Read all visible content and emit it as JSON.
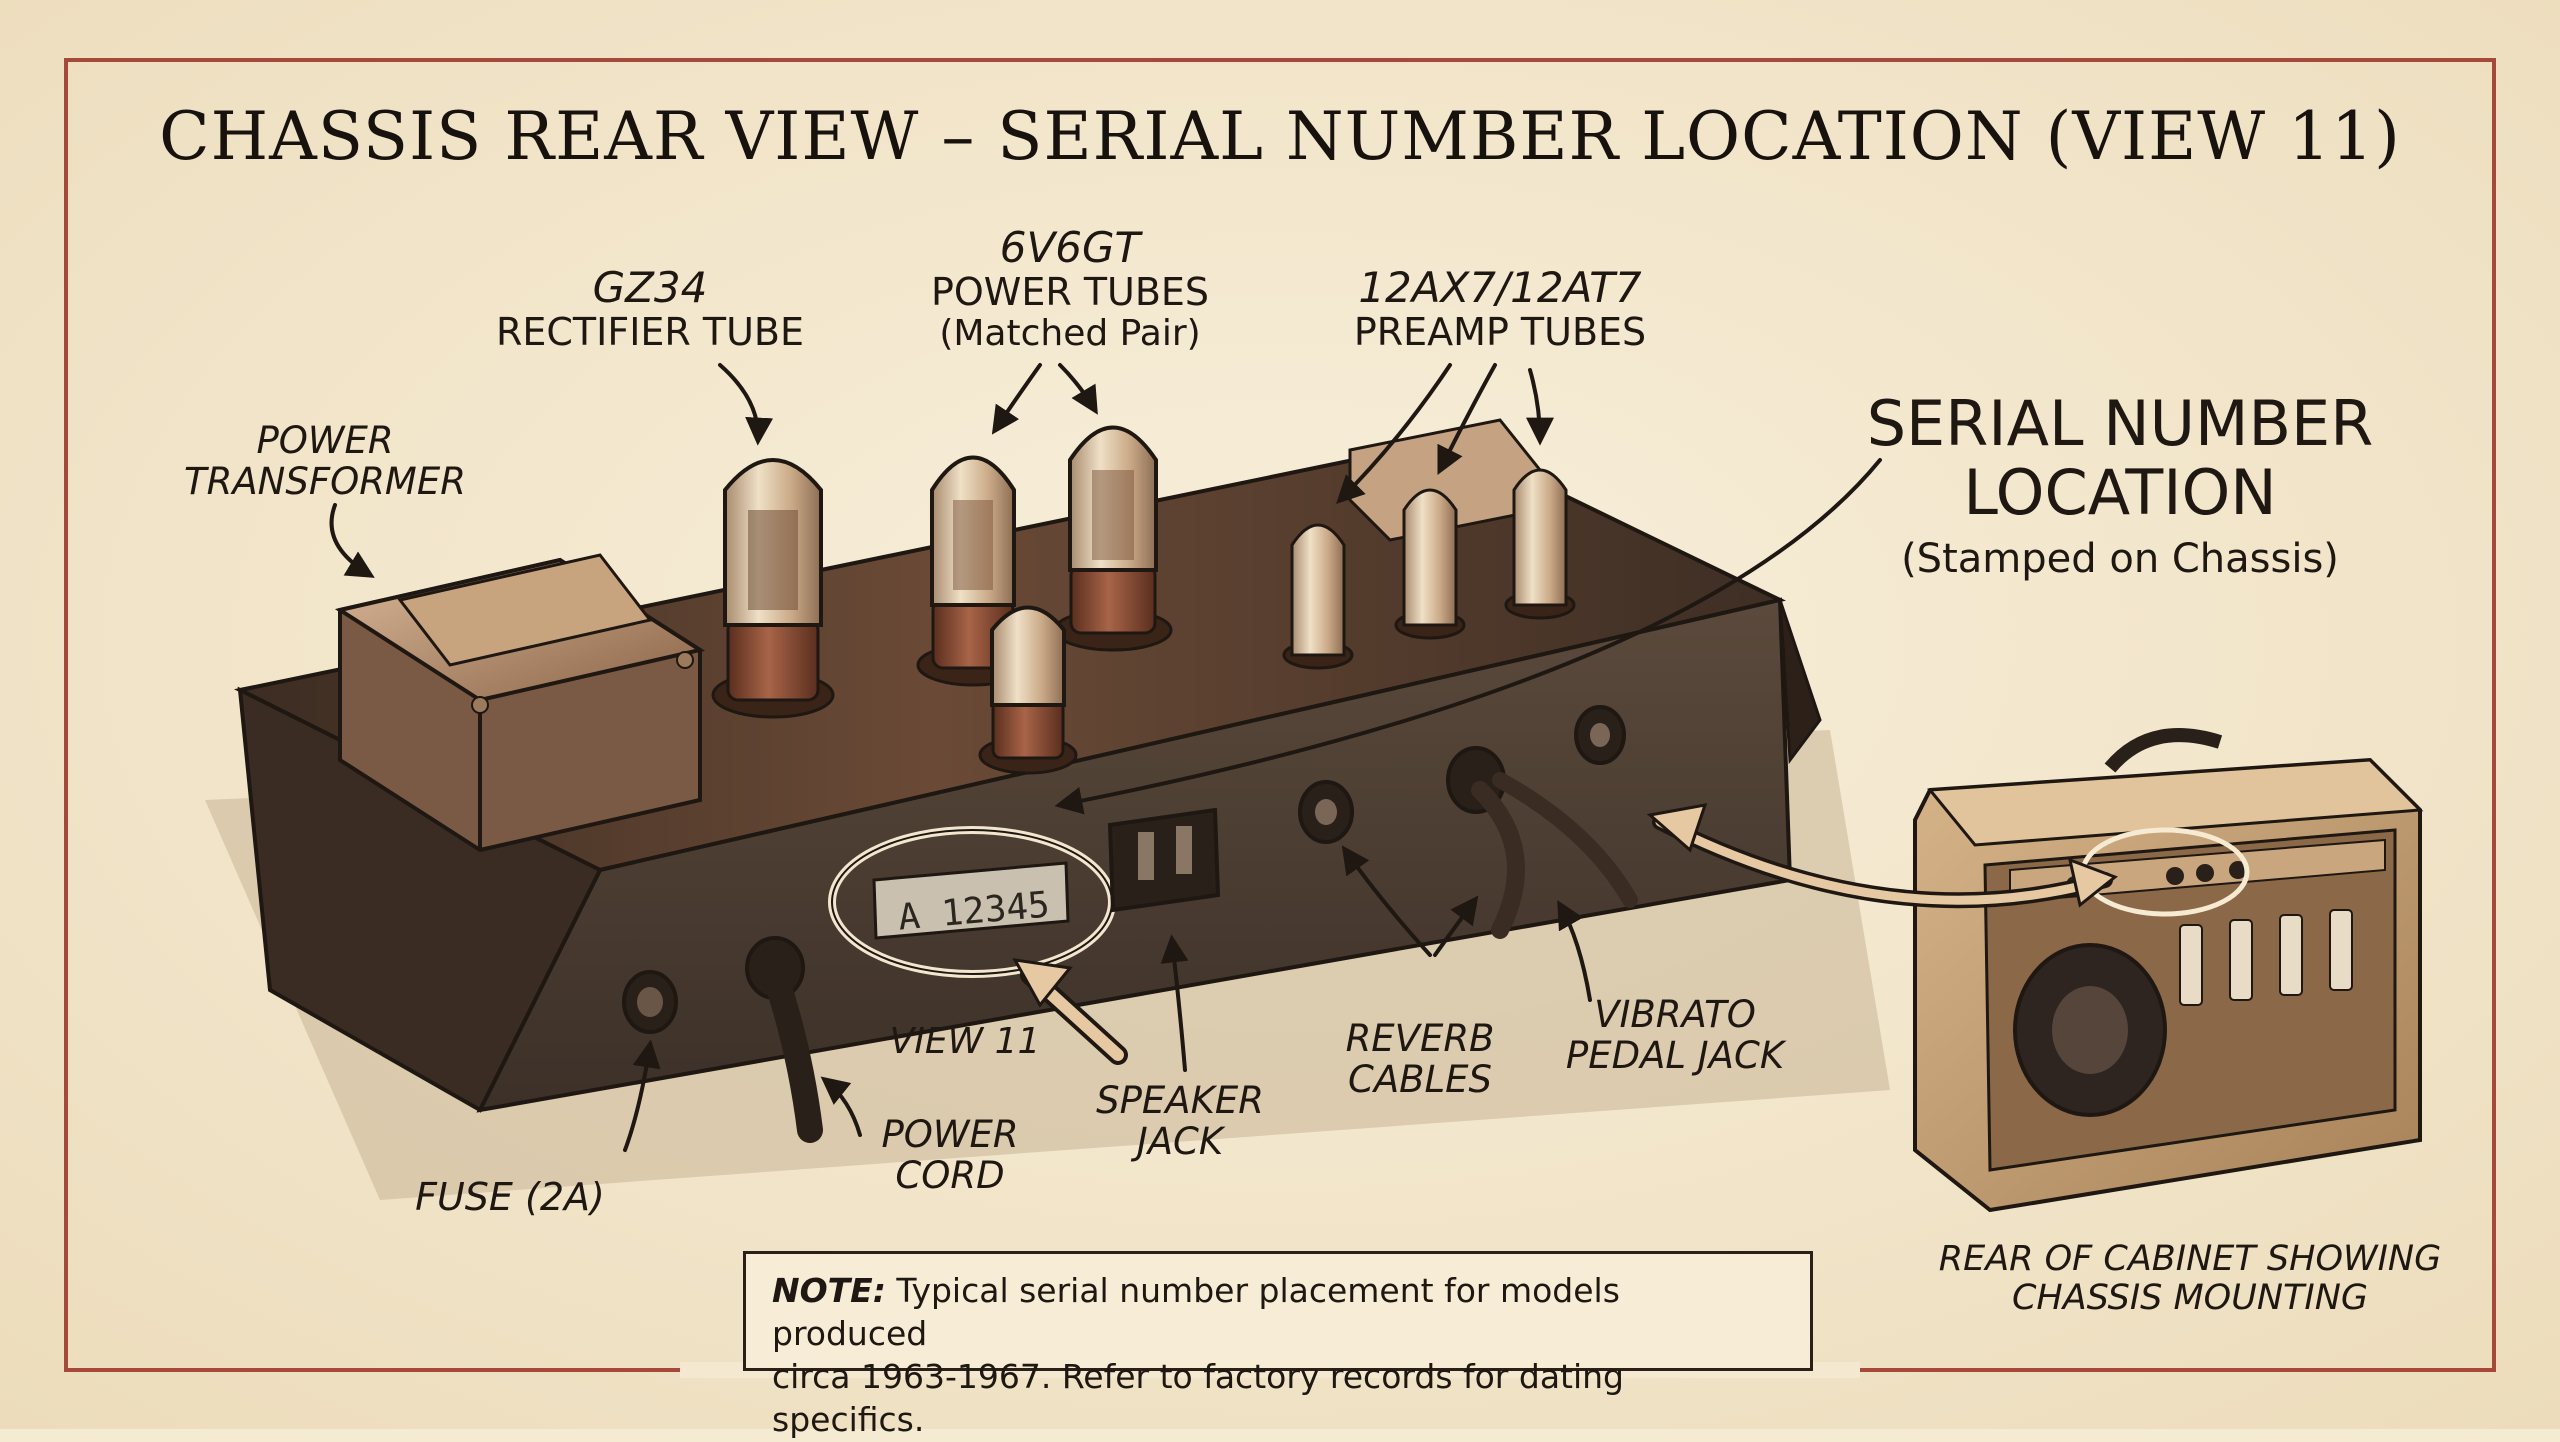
{
  "title": "CHASSIS REAR VIEW – SERIAL NUMBER LOCATION (VIEW 11)",
  "labels": {
    "rectifier": {
      "line1": "GZ34",
      "line2": "RECTIFIER TUBE"
    },
    "power_tubes": {
      "line1": "6V6GT",
      "line2": "POWER TUBES",
      "line3": "(Matched Pair)"
    },
    "preamp_tubes": {
      "line1": "12AX7/12AT7",
      "line2": "PREAMP TUBES"
    },
    "transformer": {
      "line1": "POWER",
      "line2": "TRANSFORMER"
    },
    "serial_location": {
      "line1": "SERIAL NUMBER",
      "line2": "LOCATION",
      "line3": "(Stamped on Chassis)"
    },
    "serial_plate": "A 12345",
    "view": "VIEW 11",
    "fuse": "FUSE (2A)",
    "power_cord": {
      "line1": "POWER",
      "line2": "CORD"
    },
    "speaker_jack": {
      "line1": "SPEAKER",
      "line2": "JACK"
    },
    "reverb_cables": {
      "line1": "REVERB",
      "line2": "CABLES"
    },
    "vibrato_jack": {
      "line1": "VIBRATO",
      "line2": "PEDAL JACK"
    },
    "cabinet": {
      "line1": "REAR OF CABINET SHOWING",
      "line2": "CHASSIS MOUNTING"
    }
  },
  "note": {
    "label": "NOTE:",
    "line1": "Typical serial number placement for models produced",
    "line2": "circa 1963-1967. Refer to factory records for dating specifics."
  },
  "colors": {
    "frame": "#a6483a",
    "paper": "#f5ead2",
    "chassis": "#4a3a2e",
    "ink": "#1e1712",
    "arrow_fill": "#e6c9a2"
  }
}
